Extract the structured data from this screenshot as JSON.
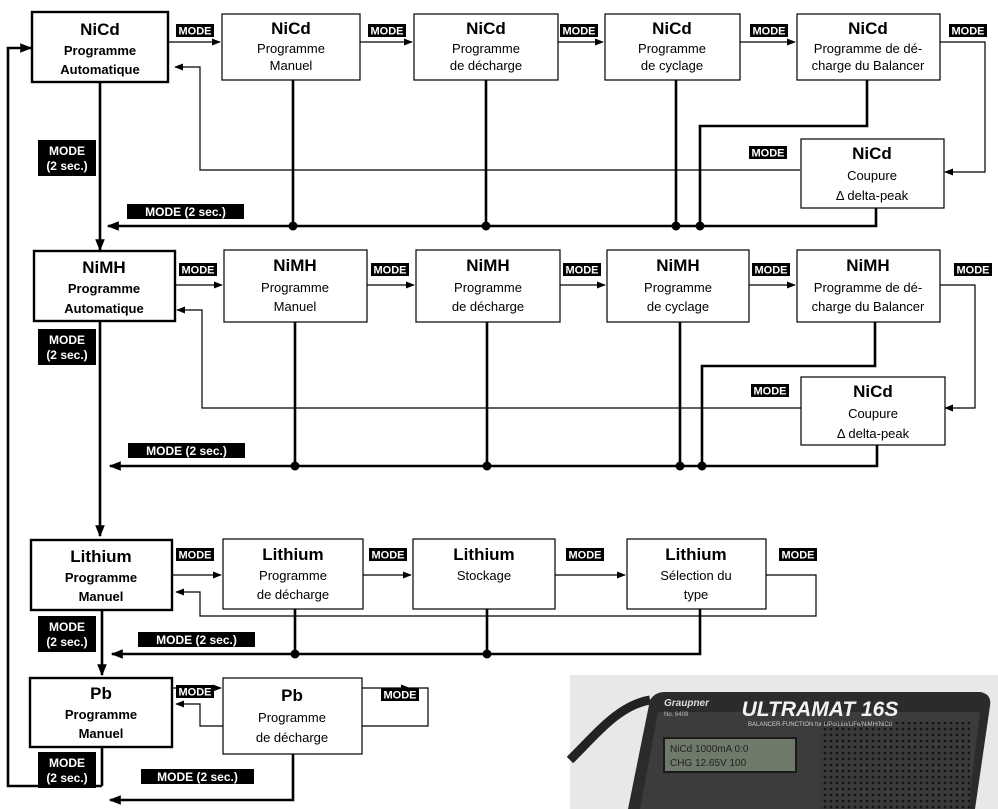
{
  "mode_label": "MODE",
  "mode2_line1": "MODE",
  "mode2_line2": "(2 sec.)",
  "mode2_inline": "MODE (2 sec.)",
  "nicd_row": [
    {
      "title": "NiCd",
      "sub1": "Programme",
      "sub2": "Automatique"
    },
    {
      "title": "NiCd",
      "sub1": "Programme",
      "sub2": "Manuel"
    },
    {
      "title": "NiCd",
      "sub1": "Programme",
      "sub2": "de décharge"
    },
    {
      "title": "NiCd",
      "sub1": "Programme",
      "sub2": "de cyclage"
    },
    {
      "title": "NiCd",
      "sub1": "Programme de dé-",
      "sub2": "charge du Balancer"
    },
    {
      "title": "NiCd",
      "sub1": "Coupure",
      "sub2": "Δ delta-peak"
    }
  ],
  "nimh_row": [
    {
      "title": "NiMH",
      "sub1": "Programme",
      "sub2": "Automatique"
    },
    {
      "title": "NiMH",
      "sub1": "Programme",
      "sub2": "Manuel"
    },
    {
      "title": "NiMH",
      "sub1": "Programme",
      "sub2": "de décharge"
    },
    {
      "title": "NiMH",
      "sub1": "Programme",
      "sub2": "de cyclage"
    },
    {
      "title": "NiMH",
      "sub1": "Programme de dé-",
      "sub2": "charge du Balancer"
    },
    {
      "title": "NiCd",
      "sub1": "Coupure",
      "sub2": "Δ delta-peak"
    }
  ],
  "lithium_row": [
    {
      "title": "Lithium",
      "sub1": "Programme",
      "sub2": "Manuel"
    },
    {
      "title": "Lithium",
      "sub1": "Programme",
      "sub2": "de décharge"
    },
    {
      "title": "Lithium",
      "sub1": "Stockage",
      "sub2": ""
    },
    {
      "title": "Lithium",
      "sub1": "Sélection du",
      "sub2": "type"
    }
  ],
  "pb_row": [
    {
      "title": "Pb",
      "sub1": "Programme",
      "sub2": "Manuel"
    },
    {
      "title": "Pb",
      "sub1": "Programme",
      "sub2": "de décharge"
    }
  ],
  "photo": {
    "brand": "Graupner",
    "model_no": "No. 6408",
    "product": "ULTRAMAT 16S",
    "tagline": "BALANCER-FUNCTION for LiPo/LiIo/LiFe/NiMH/NiCd",
    "lcd_line1": "NiCd 1000mA 0:0",
    "lcd_line2": "CHG 12.65V 100"
  }
}
